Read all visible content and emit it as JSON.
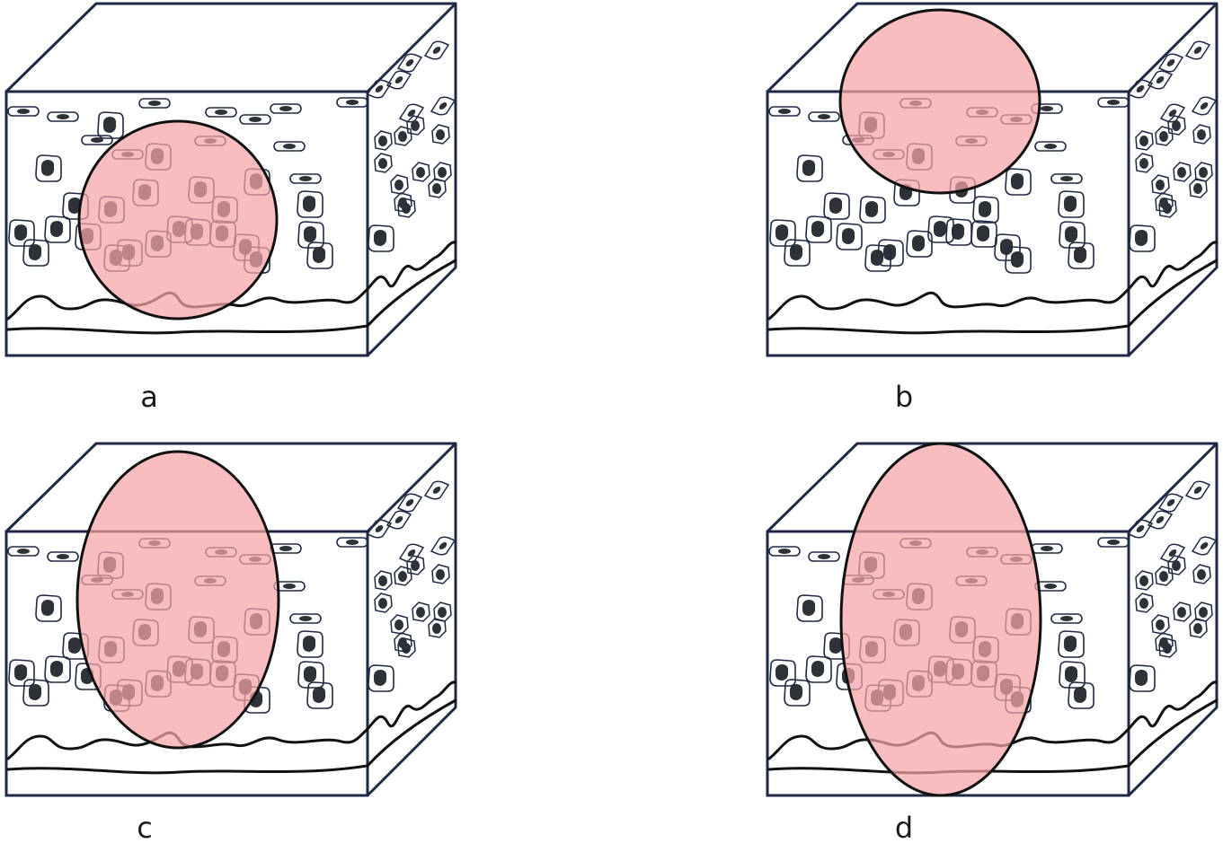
{
  "panels": [
    {
      "id": "a",
      "label": "a",
      "region": "circle-in-epidermis"
    },
    {
      "id": "b",
      "label": "b",
      "region": "circle-at-surface"
    },
    {
      "id": "c",
      "label": "c",
      "region": "ellipse-to-basement"
    },
    {
      "id": "d",
      "label": "d",
      "region": "ellipse-through-dermis"
    }
  ],
  "colors": {
    "outline": "#1e2a44",
    "nucleus": "#2d3238",
    "region_fill": "#f7a3a6",
    "region_stroke": "#111111",
    "wave": "#111111"
  }
}
